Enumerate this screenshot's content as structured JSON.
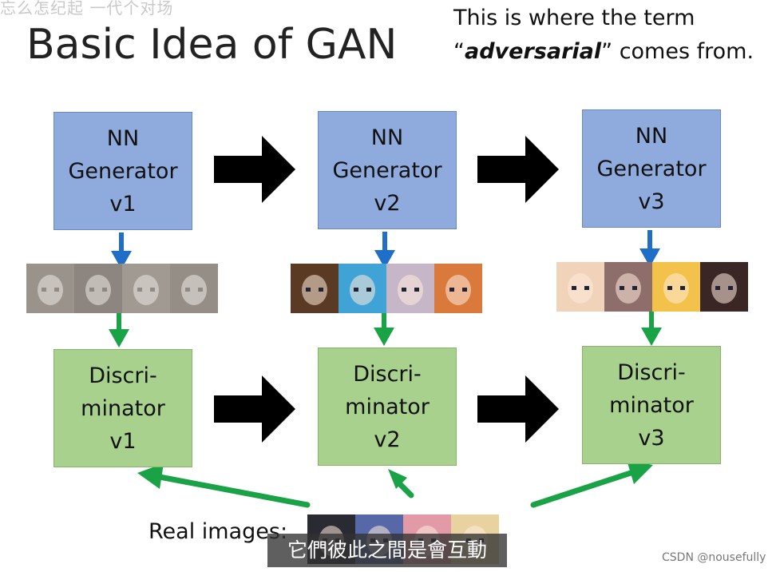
{
  "top_cut_text": "忘么怎纪起 一代个对场",
  "title": "Basic Idea of GAN",
  "note": {
    "line1": "This is where the term",
    "open_quote": "“",
    "bold_word": "adversarial",
    "rest": "” comes from."
  },
  "generators": [
    {
      "label": "NN\nGenerator\nv1"
    },
    {
      "label": "NN\nGenerator\nv2"
    },
    {
      "label": "NN\nGenerator\nv3"
    }
  ],
  "discriminators": [
    {
      "label": "Discri-\nminator\nv1"
    },
    {
      "label": "Discri-\nminator\nv2"
    },
    {
      "label": "Discri-\nminator\nv3"
    }
  ],
  "real_images_label": "Real images:",
  "subtitle": "它們彼此之間是會互動",
  "watermark": "CSDN @nousefully",
  "colors": {
    "generator_fill": "#8faadc",
    "discriminator_fill": "#a9d18e",
    "blue_arrow": "#1f6fc8",
    "green_arrow": "#19a246",
    "black_arrow": "#000000"
  }
}
